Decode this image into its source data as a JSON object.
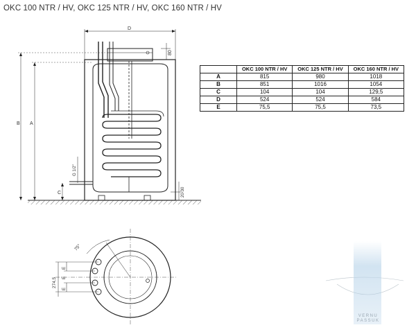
{
  "title": "OKC 100 NTR / HV, OKC 125 NTR / HV, OKC 160 NTR / HV",
  "table": {
    "headers": [
      "",
      "OKC 100 NTR / HV",
      "OKC 125 NTR / HV",
      "OKC 160 NTR / HV"
    ],
    "rows": [
      {
        "label": "A",
        "values": [
          "815",
          "980",
          "1018"
        ]
      },
      {
        "label": "B",
        "values": [
          "851",
          "1016",
          "1054"
        ]
      },
      {
        "label": "C",
        "values": [
          "104",
          "104",
          "129,5"
        ]
      },
      {
        "label": "D",
        "values": [
          "524",
          "524",
          "584"
        ]
      },
      {
        "label": "E",
        "values": [
          "75,5",
          "75,5",
          "73,5"
        ]
      }
    ]
  },
  "labels": {
    "D": "D",
    "A": "A",
    "B": "B",
    "C": "C",
    "dim_80": "80",
    "dim_20_30": "20-30",
    "thread": "G 1/2\"",
    "angle": "75°",
    "E1": "E",
    "E2": "E",
    "E3": "E",
    "dim_274_5": "274,5"
  },
  "watermark": {
    "line1": "VERNU",
    "line2": "PASSUK"
  }
}
